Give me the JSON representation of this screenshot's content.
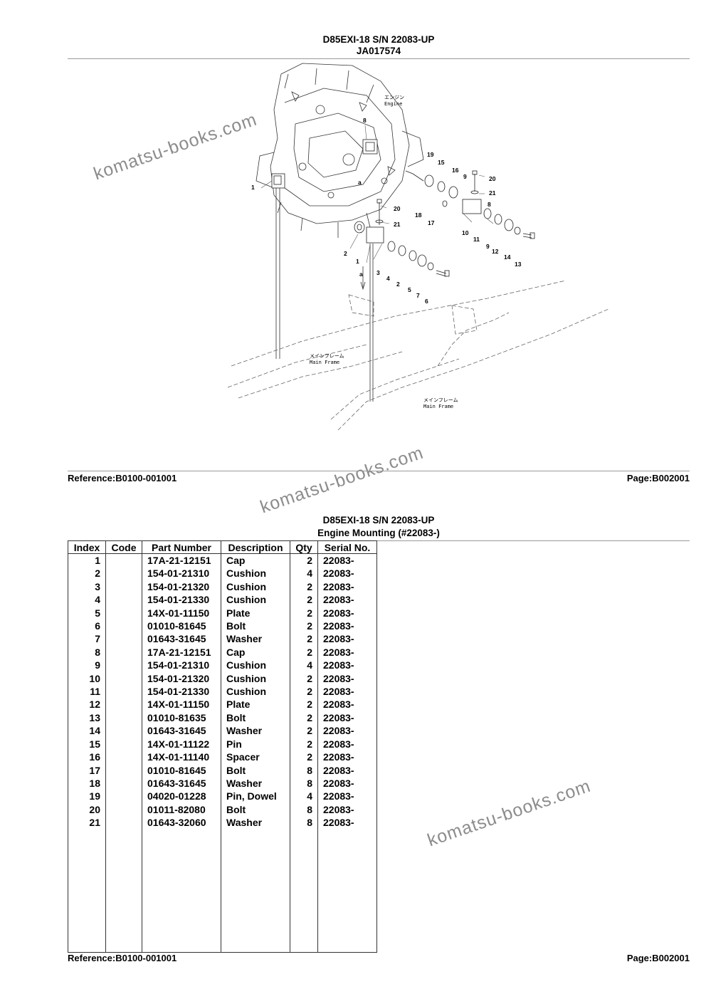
{
  "page1": {
    "title": "D85EXI-18 S/N 22083-UP",
    "subtitle": "JA017574",
    "reference": "Reference:B0100-001001",
    "page": "Page:B002001"
  },
  "drawing": {
    "callouts": [
      "1",
      "2",
      "3",
      "4",
      "2",
      "5",
      "7",
      "6",
      "8",
      "19",
      "15",
      "16",
      "9",
      "20",
      "21",
      "18",
      "17",
      "8",
      "10",
      "11",
      "9",
      "12",
      "14",
      "13",
      "20",
      "21",
      "1",
      "a",
      "a"
    ],
    "labels": {
      "engine_jp": "エンジン",
      "engine_en": "Engine",
      "mainframe_jp": "メインフレーム",
      "mainframe_en": "Main Frame"
    }
  },
  "page2": {
    "title": "D85EXI-18 S/N 22083-UP",
    "subtitle": "Engine Mounting (#22083-)",
    "reference": "Reference:B0100-001001",
    "page": "Page:B002001"
  },
  "table": {
    "headers": [
      "Index",
      "Code",
      "Part Number",
      "Description",
      "Qty",
      "Serial No."
    ],
    "rows": [
      [
        "1",
        "",
        "17A-21-12151",
        "Cap",
        "2",
        "22083-"
      ],
      [
        "2",
        "",
        "154-01-21310",
        "Cushion",
        "4",
        "22083-"
      ],
      [
        "3",
        "",
        "154-01-21320",
        "Cushion",
        "2",
        "22083-"
      ],
      [
        "4",
        "",
        "154-01-21330",
        "Cushion",
        "2",
        "22083-"
      ],
      [
        "5",
        "",
        "14X-01-11150",
        "Plate",
        "2",
        "22083-"
      ],
      [
        "6",
        "",
        "01010-81645",
        "Bolt",
        "2",
        "22083-"
      ],
      [
        "7",
        "",
        "01643-31645",
        "Washer",
        "2",
        "22083-"
      ],
      [
        "8",
        "",
        "17A-21-12151",
        "Cap",
        "2",
        "22083-"
      ],
      [
        "9",
        "",
        "154-01-21310",
        "Cushion",
        "4",
        "22083-"
      ],
      [
        "10",
        "",
        "154-01-21320",
        "Cushion",
        "2",
        "22083-"
      ],
      [
        "11",
        "",
        "154-01-21330",
        "Cushion",
        "2",
        "22083-"
      ],
      [
        "12",
        "",
        "14X-01-11150",
        "Plate",
        "2",
        "22083-"
      ],
      [
        "13",
        "",
        "01010-81635",
        "Bolt",
        "2",
        "22083-"
      ],
      [
        "14",
        "",
        "01643-31645",
        "Washer",
        "2",
        "22083-"
      ],
      [
        "15",
        "",
        "14X-01-11122",
        "Pin",
        "2",
        "22083-"
      ],
      [
        "16",
        "",
        "14X-01-11140",
        "Spacer",
        "2",
        "22083-"
      ],
      [
        "17",
        "",
        "01010-81645",
        "Bolt",
        "8",
        "22083-"
      ],
      [
        "18",
        "",
        "01643-31645",
        "Washer",
        "8",
        "22083-"
      ],
      [
        "19",
        "",
        "04020-01228",
        "Pin, Dowel",
        "4",
        "22083-"
      ],
      [
        "20",
        "",
        "01011-82080",
        "Bolt",
        "8",
        "22083-"
      ],
      [
        "21",
        "",
        "01643-32060",
        "Washer",
        "8",
        "22083-"
      ]
    ]
  },
  "watermark": "komatsu-books.com"
}
